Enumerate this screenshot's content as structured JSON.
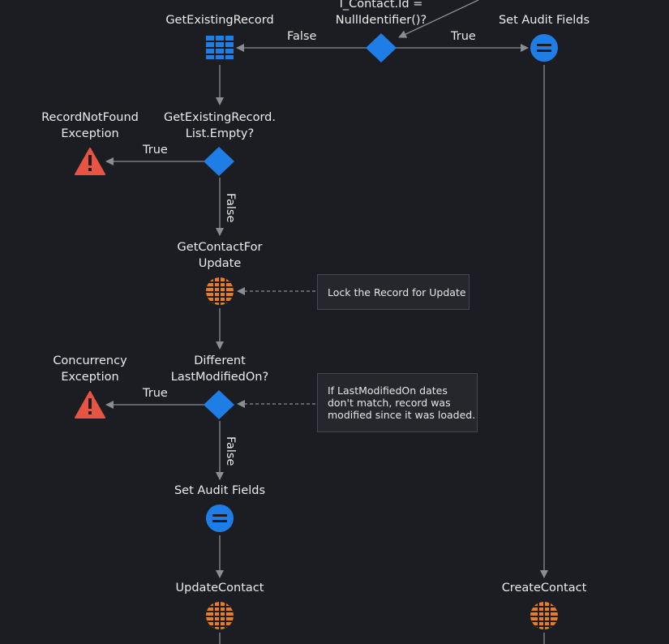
{
  "nodes": {
    "condition_top": "I_Contact.Id =\nNullIdentifier()?",
    "get_existing_record": "GetExistingRecord",
    "set_audit_fields_top": "Set Audit Fields",
    "record_not_found": "RecordNotFound\nException",
    "list_empty_check": "GetExistingRecord.\nList.Empty?",
    "get_contact_for_update": "GetContactFor\nUpdate",
    "concurrency_exception": "Concurrency\nException",
    "different_last_modified": "Different\nLastModifiedOn?",
    "set_audit_fields_bottom": "Set Audit Fields",
    "update_contact": "UpdateContact",
    "create_contact": "CreateContact"
  },
  "edge_labels": {
    "top_false": "False",
    "top_true": "True",
    "empty_true": "True",
    "empty_false": "False",
    "modified_true": "True",
    "modified_false": "False"
  },
  "comments": {
    "lock_record": "Lock the Record for Update",
    "last_modified_note": "If LastModifiedOn dates\ndon't match, record was\nmodified since it was loaded."
  },
  "colors": {
    "background": "#1b1d22",
    "connector": "#8b8d91",
    "decision": "#1e7ee6",
    "assign": "#1e7ee6",
    "aggregate": "#1e7ee6",
    "entity_action": "#ea7e1c",
    "exception": "#e85442"
  },
  "icons": {
    "decision": "diamond-icon",
    "aggregate": "table-grid-icon",
    "assign": "equals-icon",
    "entity_action": "database-grid-icon",
    "exception": "warning-triangle-icon"
  }
}
